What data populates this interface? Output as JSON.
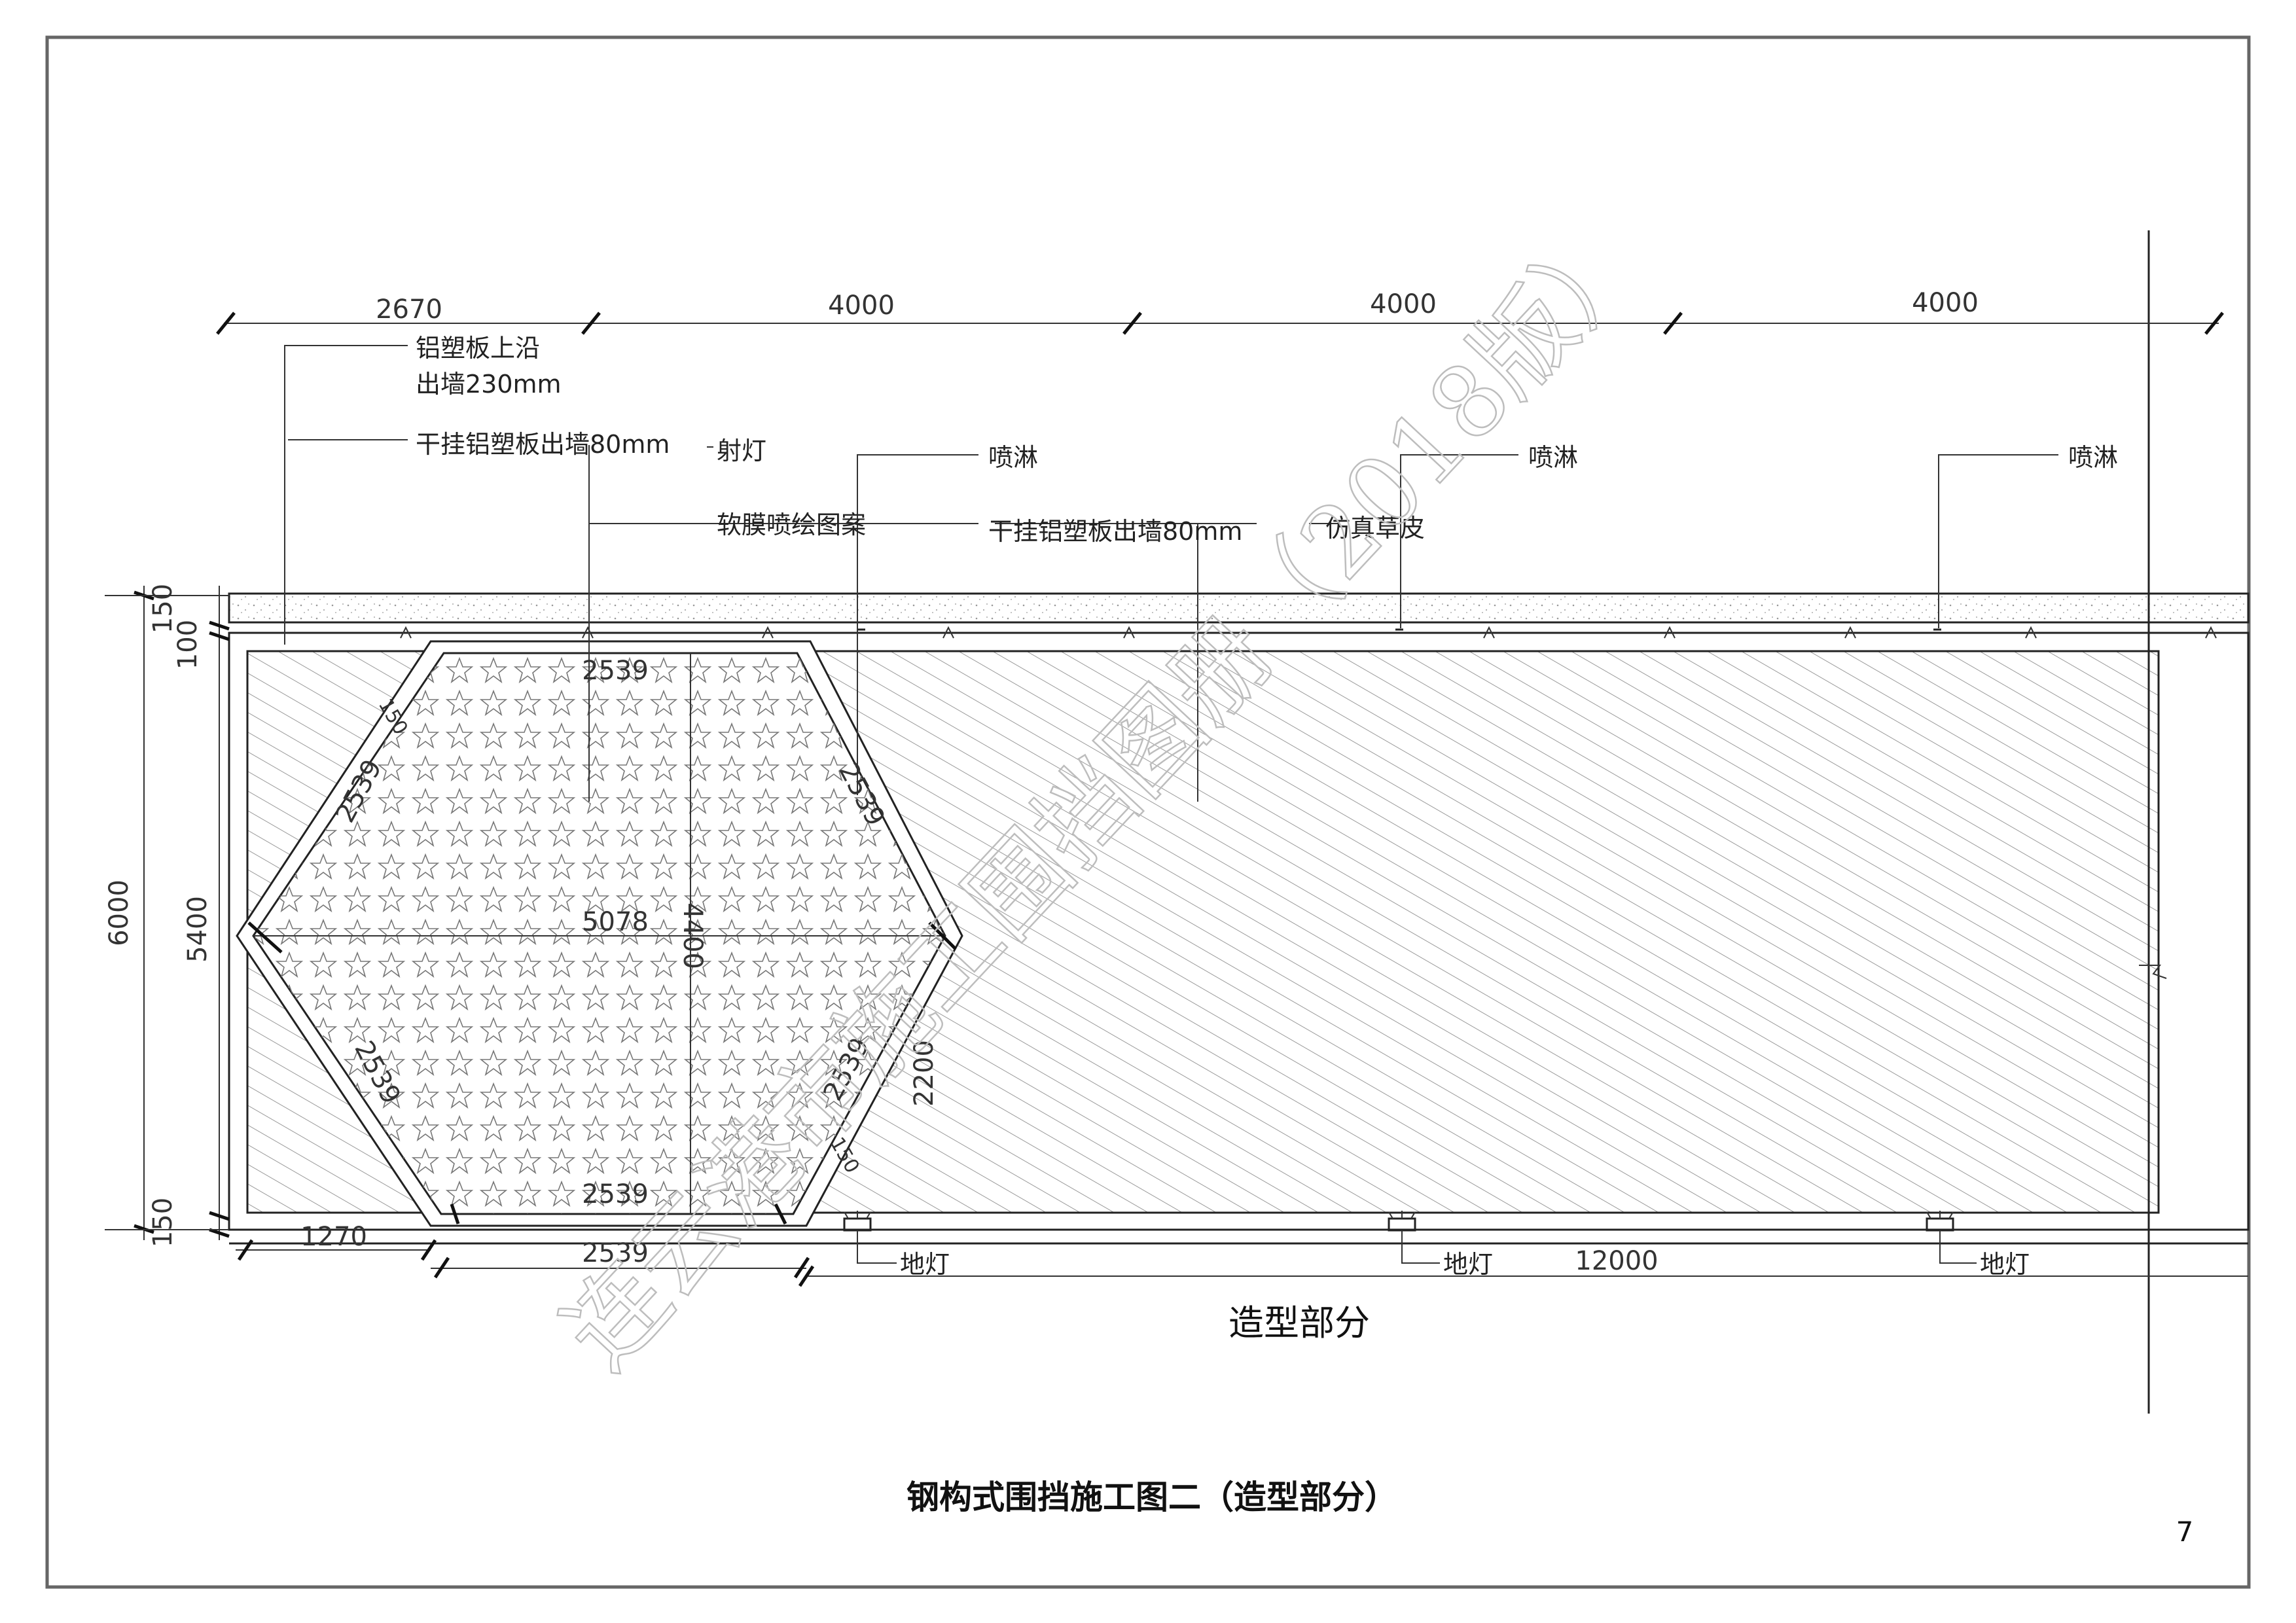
{
  "drawing": {
    "dimensions_top": [
      "2670",
      "4000",
      "4000",
      "4000"
    ],
    "dimensions_left": [
      "150",
      "100",
      "6000",
      "5400",
      "150"
    ],
    "dimensions_bottom": [
      "1270",
      "2539",
      "12000"
    ],
    "hexagon_dims": {
      "top_edge": "2539",
      "bottom_edge": "2539",
      "side_upper_left": "2539",
      "side_upper_right": "2539",
      "side_lower_left": "2539",
      "side_lower_right": "2539",
      "width": "5078",
      "height": "4400",
      "offset_right": "2200",
      "frame_top": "150",
      "frame_bottom": "150"
    },
    "labels": {
      "top_edge_alu": "铝塑板上沿",
      "top_edge_alu_2": "出墙230mm",
      "dry_hang_left": "干挂铝塑板出墙80mm",
      "spotlight": "射灯",
      "spray_1": "喷淋",
      "spray_2": "喷淋",
      "spray_3": "喷淋",
      "soft_film": "软膜喷绘图案",
      "dry_hang_mid": "干挂铝塑板出墙80mm",
      "fake_grass": "仿真草皮",
      "ground_light_1": "地灯",
      "ground_light_2": "地灯",
      "ground_light_3": "地灯"
    },
    "section_title": "造型部分",
    "watermark": "连云港市施工围挡图册（2018版）"
  },
  "caption": "钢构式围挡施工图二（造型部分）",
  "page_number": "7",
  "colors": {
    "line": "#222222",
    "hatch": "#9a9a9a",
    "watermark": "#bdbdbd"
  }
}
